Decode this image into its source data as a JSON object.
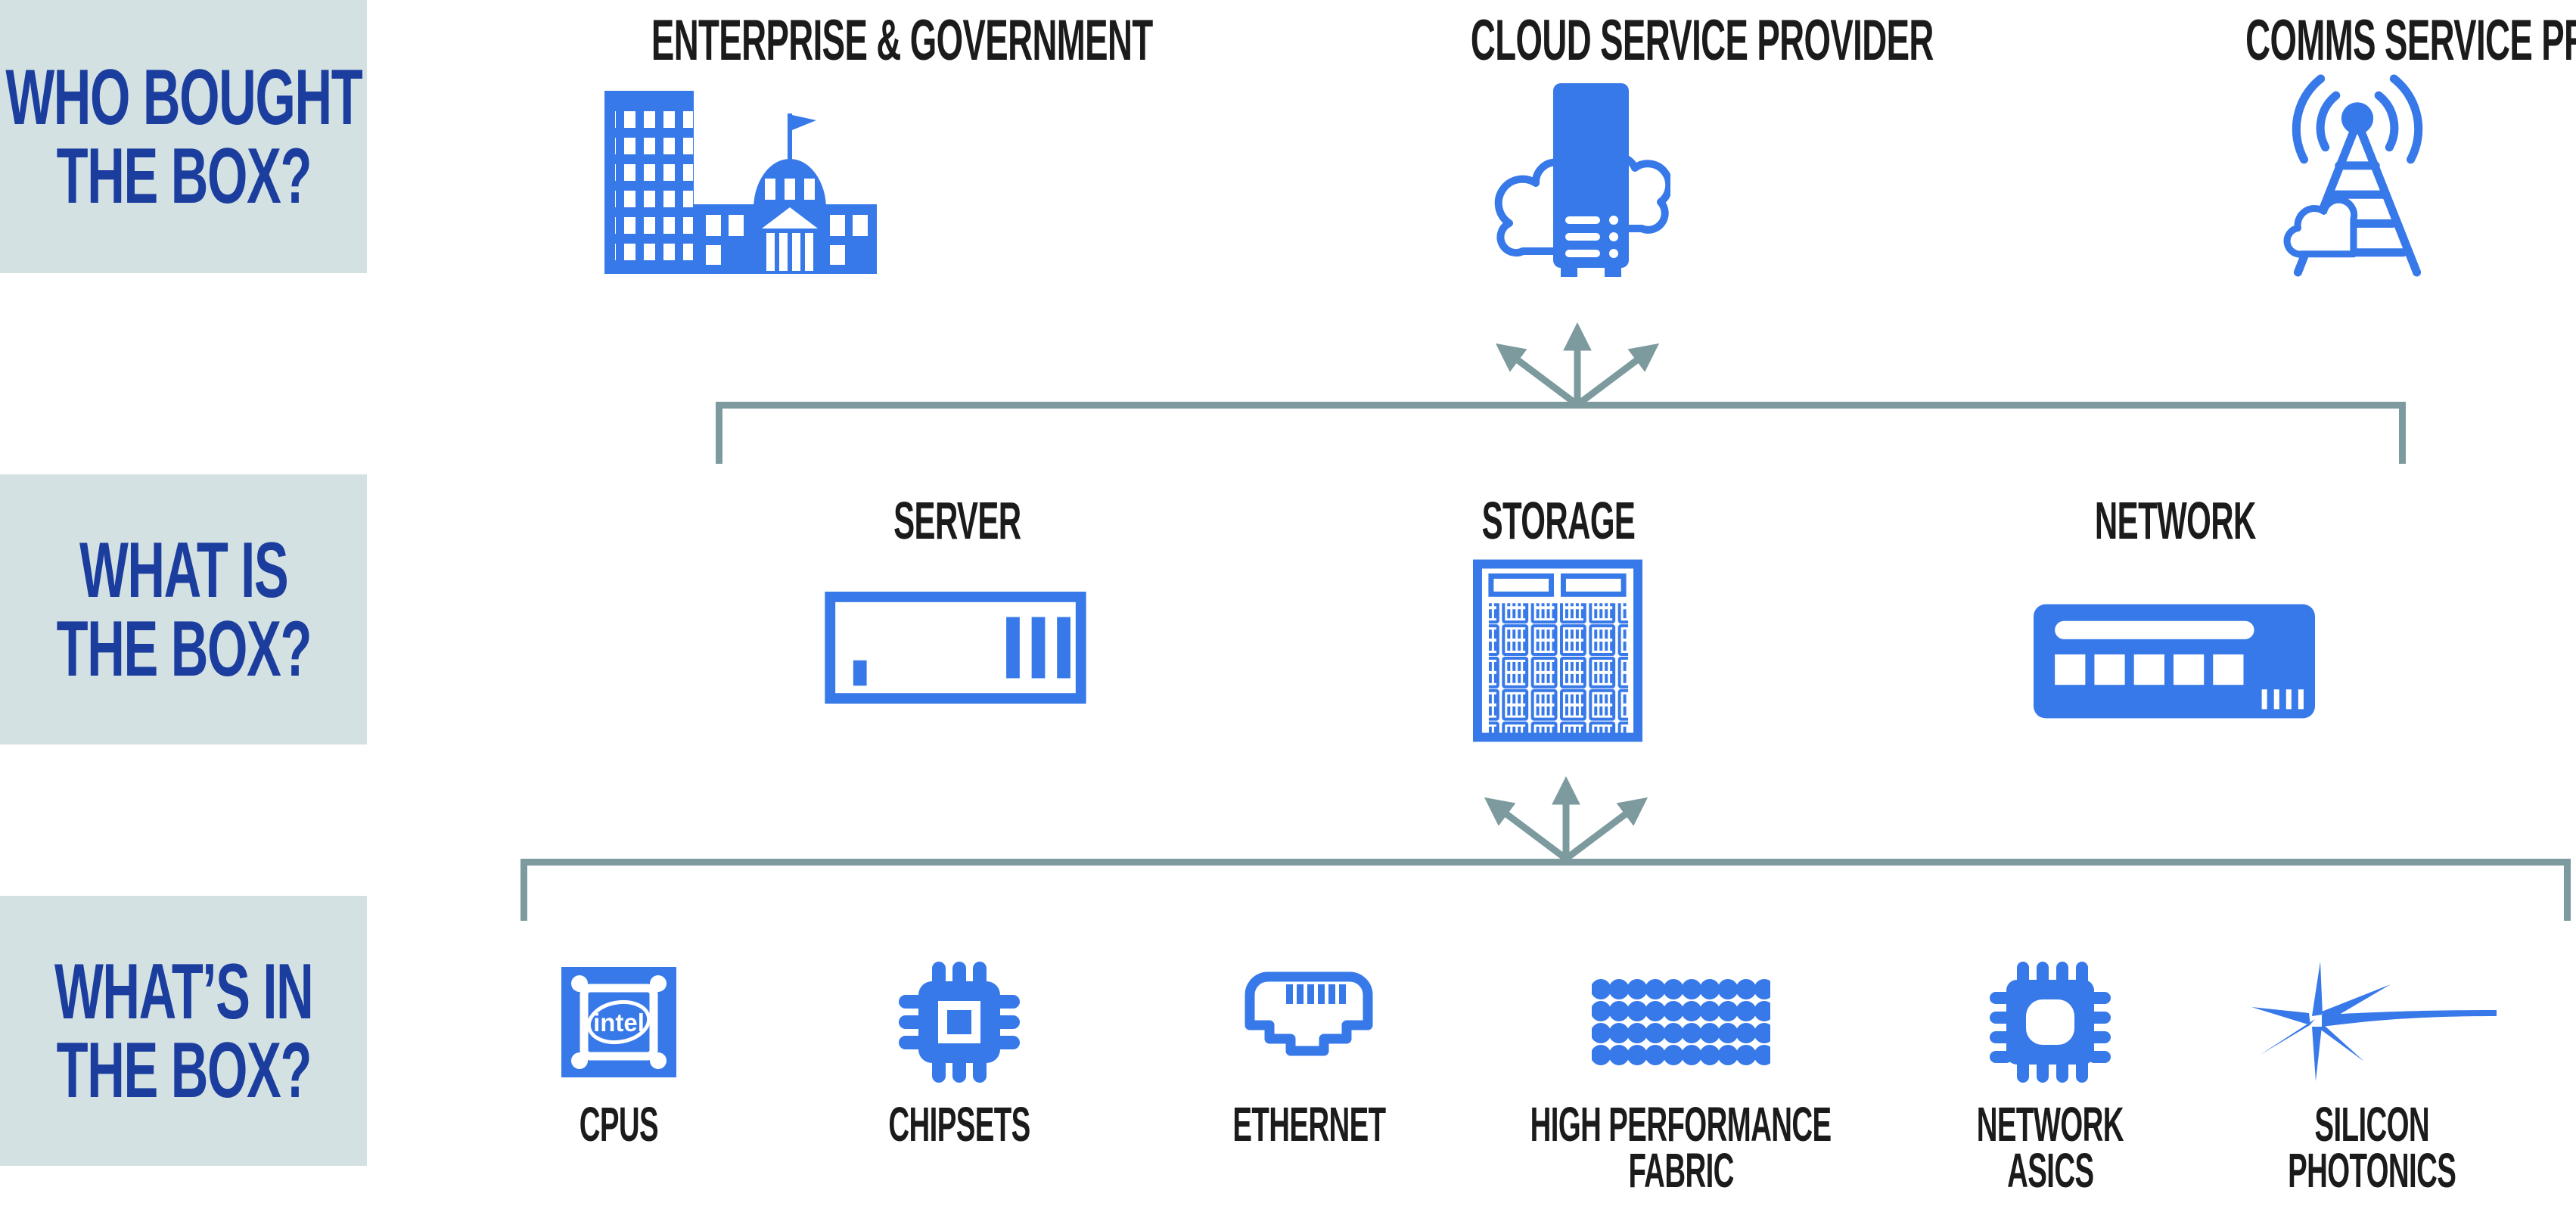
{
  "colors": {
    "icon_blue": "#3879e9",
    "label_text_navy": "#1b3d9e",
    "label_block_bg": "#d4e1e2",
    "heading_black": "#1b1b1b",
    "connector_gray": "#7d9b9e"
  },
  "row1": {
    "question_line1": "WHO BOUGHT",
    "question_line2": "THE BOX?",
    "items": [
      {
        "title": "ENTERPRISE & GOVERNMENT",
        "icon": "enterprise-government-icon"
      },
      {
        "title": "CLOUD SERVICE PROVIDER",
        "icon": "cloud-server-icon"
      },
      {
        "title": "COMMS SERVICE PROVIDER",
        "icon": "radio-tower-icon"
      }
    ]
  },
  "row2": {
    "question_line1": "WHAT IS",
    "question_line2": "THE BOX?",
    "items": [
      {
        "title": "SERVER",
        "icon": "rack-server-icon"
      },
      {
        "title": "STORAGE",
        "icon": "storage-array-icon"
      },
      {
        "title": "NETWORK",
        "icon": "network-switch-icon"
      }
    ]
  },
  "row3": {
    "question_line1": "WHAT’S IN",
    "question_line2": "THE BOX?",
    "items": [
      {
        "title": "CPUS",
        "title2": "",
        "icon": "cpu-socket-icon"
      },
      {
        "title": "CHIPSETS",
        "title2": "",
        "icon": "chipset-icon"
      },
      {
        "title": "ETHERNET",
        "title2": "",
        "icon": "ethernet-port-icon"
      },
      {
        "title": "HIGH PERFORMANCE",
        "title2": "FABRIC",
        "icon": "fabric-dots-icon"
      },
      {
        "title": "NETWORK",
        "title2": "ASICS",
        "icon": "asic-chip-icon"
      },
      {
        "title": "SILICON",
        "title2": "PHOTONICS",
        "icon": "light-burst-icon"
      }
    ]
  },
  "cpu_logo_text": "intel"
}
